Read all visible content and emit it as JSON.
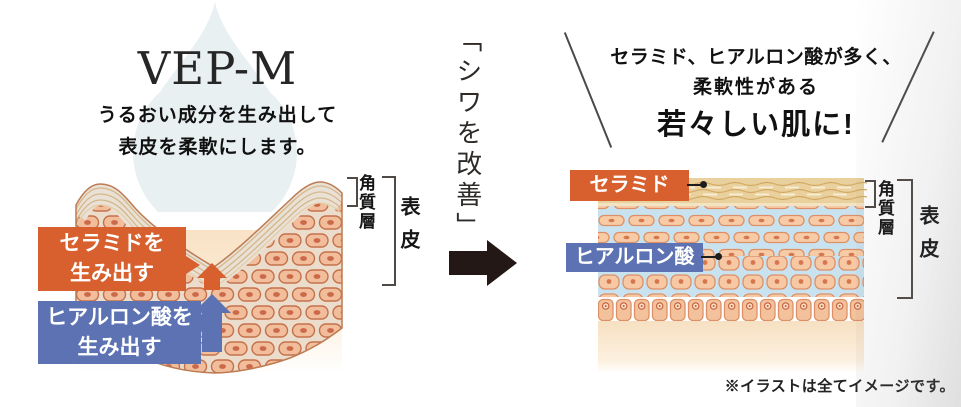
{
  "left_panel": {
    "title": "VEP-M",
    "subtitle_line1": "うるおい成分を生み出して",
    "subtitle_line2": "表皮を柔軟にします。",
    "ceramide_label_line1": "セラミドを",
    "ceramide_label_line2": "生み出す",
    "hyaluronic_label_line1": "ヒアルロン酸を",
    "hyaluronic_label_line2": "生み出す",
    "corneum_layer_label": "角質層",
    "epidermis_label": "表皮"
  },
  "middle": {
    "vertical_text": "「シワを改善」",
    "arrow_icon": "right-arrow"
  },
  "right_panel": {
    "headline_line1": "セラミド、ヒアルロン酸が多く、",
    "headline_line2": "柔軟性がある",
    "headline_line3": "若々しい肌に!",
    "ceramide_label": "セラミド",
    "hyaluronic_label": "ヒアルロン酸",
    "corneum_layer_label": "角質層",
    "epidermis_label": "表皮",
    "footnote": "※イラストは全てイメージです。"
  },
  "colors": {
    "accent_orange": "#d8602f",
    "accent_blue": "#5c72b2",
    "arrow_black": "#231815",
    "droplet_blue": "#e9f0f1",
    "skin_cell_fill": "#f3c09d",
    "skin_cell_outline": "#cd7a50",
    "corneum_tan": "#e9d09c",
    "intercell_blue": "#c9e2ef",
    "peach_background": "#f9e2c6"
  }
}
